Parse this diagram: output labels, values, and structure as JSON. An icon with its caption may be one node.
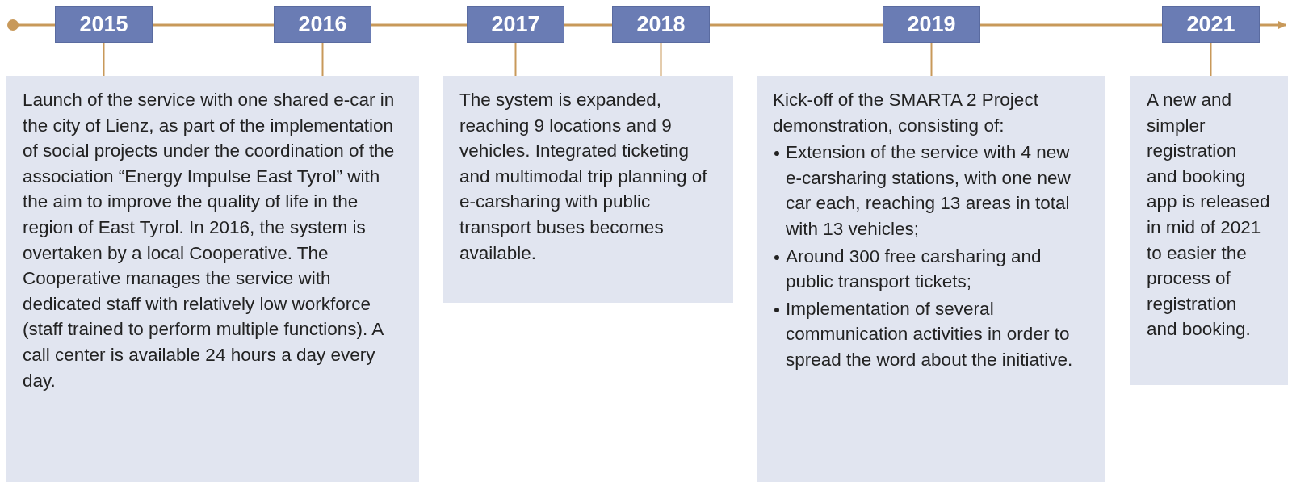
{
  "diagram": {
    "nodes": [
      {
        "text": [
          "2015"
        ]
      },
      {
        "text": [
          "2016"
        ]
      },
      {
        "text": [
          "2017"
        ]
      },
      {
        "text": [
          "2018"
        ]
      },
      {
        "text": [
          "2019"
        ]
      },
      {
        "text": [
          "2021"
        ]
      },
      {
        "text": [
          "Launch of the service with one shared e-car in the city of Lienz, as part of the implementation of social projects under the coordination of the association “Energy Impulse East Tyrol” with the aim to improve the quality of life in the region of East Tyrol. In 2016, the system is overtaken by a local Cooperative. The Cooperative manages the service with dedicated staff with relatively low workforce (staff trained to perform multiple functions). A call center is available 24 hours a day every day."
        ]
      },
      {
        "text": [
          "The system is expanded, reaching 9 locations and 9 vehicles. Integrated ticketing and multimodal trip planning of e-carsharing with public transport buses becomes available."
        ]
      },
      {
        "text": [
          "Kick-off of the SMARTA 2 Project demonstration, consisting of:",
          "Extension of the service with 4 new e-carsharing stations, with one new car each, reaching 13 areas in total with 13 vehicles;",
          "Around 300 free carsharing and public transport tickets;",
          "Implementation of several communication activities in order to spread the word about the initiative."
        ]
      },
      {
        "text": [
          "A new and simpler registration and booking app is released in mid of 2021 to easier the process of registration and booking."
        ]
      }
    ],
    "edges": [
      {
        "from": 0,
        "to": 6,
        "arrow": "none"
      },
      {
        "from": 1,
        "to": 6,
        "arrow": "none"
      },
      {
        "from": 2,
        "to": 7,
        "arrow": "none"
      },
      {
        "from": 3,
        "to": 7,
        "arrow": "none"
      },
      {
        "from": 4,
        "to": 8,
        "arrow": "none"
      },
      {
        "from": 5,
        "to": 9,
        "arrow": "none"
      }
    ]
  }
}
